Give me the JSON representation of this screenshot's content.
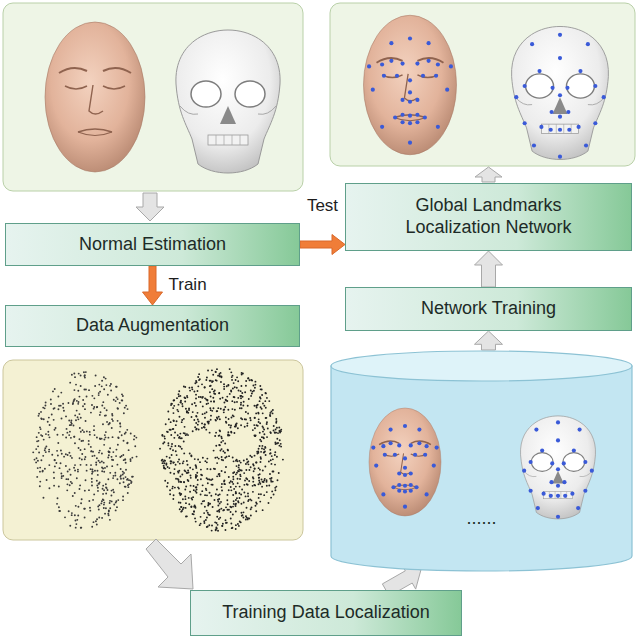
{
  "diagram": {
    "nodes": [
      {
        "text": [
          "Normal Estimation"
        ]
      },
      {
        "text": [
          "Data Augmentation"
        ]
      },
      {
        "text": [
          "Training Data Localization"
        ]
      },
      {
        "text": [
          "......"
        ]
      },
      {
        "text": [
          "Network Training"
        ]
      },
      {
        "text": [
          "Global Landmarks Localization Network"
        ]
      }
    ],
    "edges": [
      {
        "from": 0,
        "to": 1,
        "arrow": "to",
        "label": "Train"
      },
      {
        "from": 0,
        "to": 5,
        "arrow": "to",
        "label": "Test"
      },
      {
        "from": 2,
        "to": 3,
        "arrow": "to"
      },
      {
        "from": 3,
        "to": 4,
        "arrow": "to"
      },
      {
        "from": 4,
        "to": 5,
        "arrow": "to"
      }
    ]
  }
}
